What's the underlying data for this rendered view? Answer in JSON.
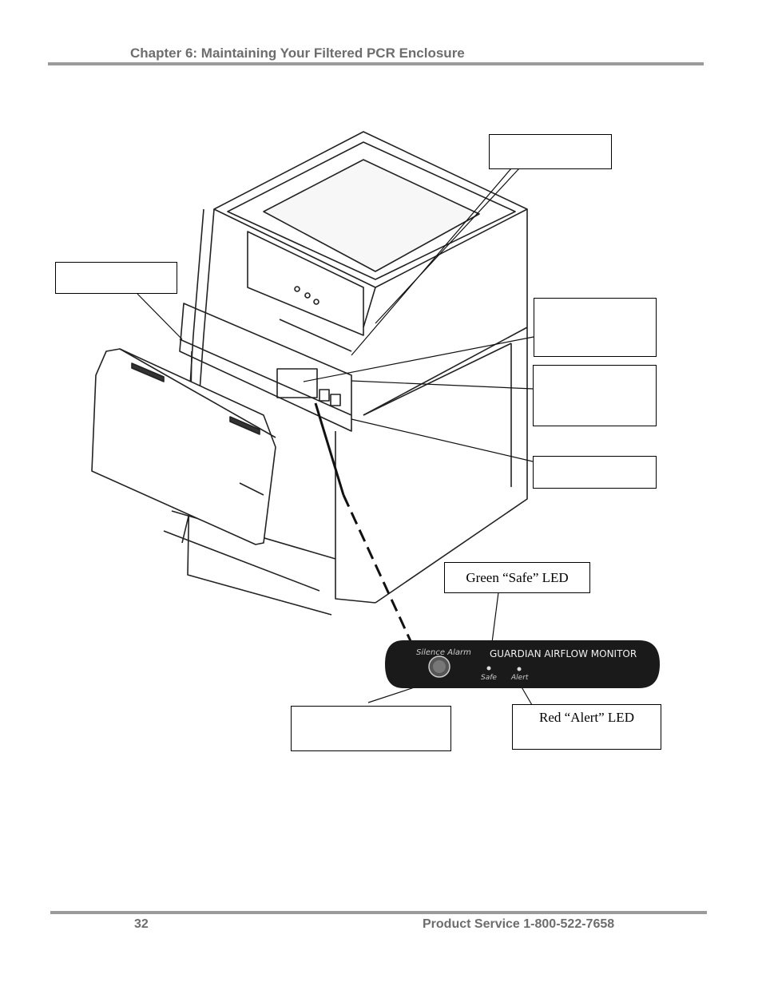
{
  "header": {
    "chapter_title": "Chapter 6: Maintaining Your Filtered PCR Enclosure"
  },
  "figure": {
    "panel": {
      "silence_label": "Silence Alarm",
      "monitor_title": "GUARDIAN AIRFLOW MONITOR",
      "safe_label": "Safe",
      "alert_label": "Alert"
    },
    "callouts": {
      "green_led": "Green “Safe” LED",
      "red_led": "Red “Alert” LED"
    }
  },
  "footer": {
    "page_number": "32",
    "service_text": "Product Service 1-800-522-7658"
  }
}
